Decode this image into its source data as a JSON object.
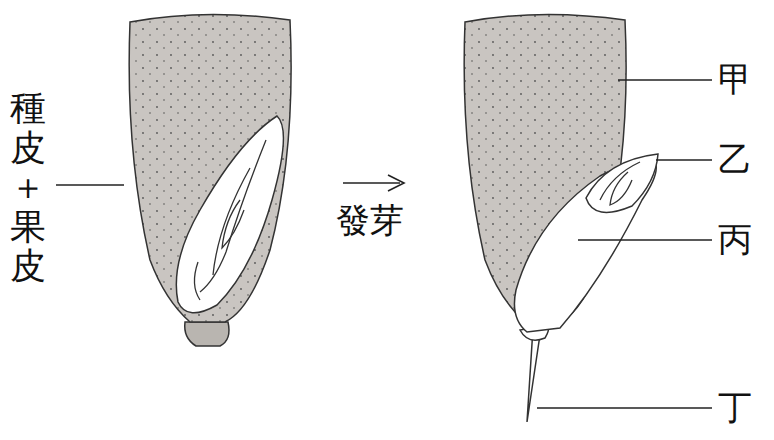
{
  "diagram": {
    "labels": [
      "種皮＋果皮",
      "發芽",
      "甲",
      "乙",
      "丙",
      "丁"
    ]
  }
}
